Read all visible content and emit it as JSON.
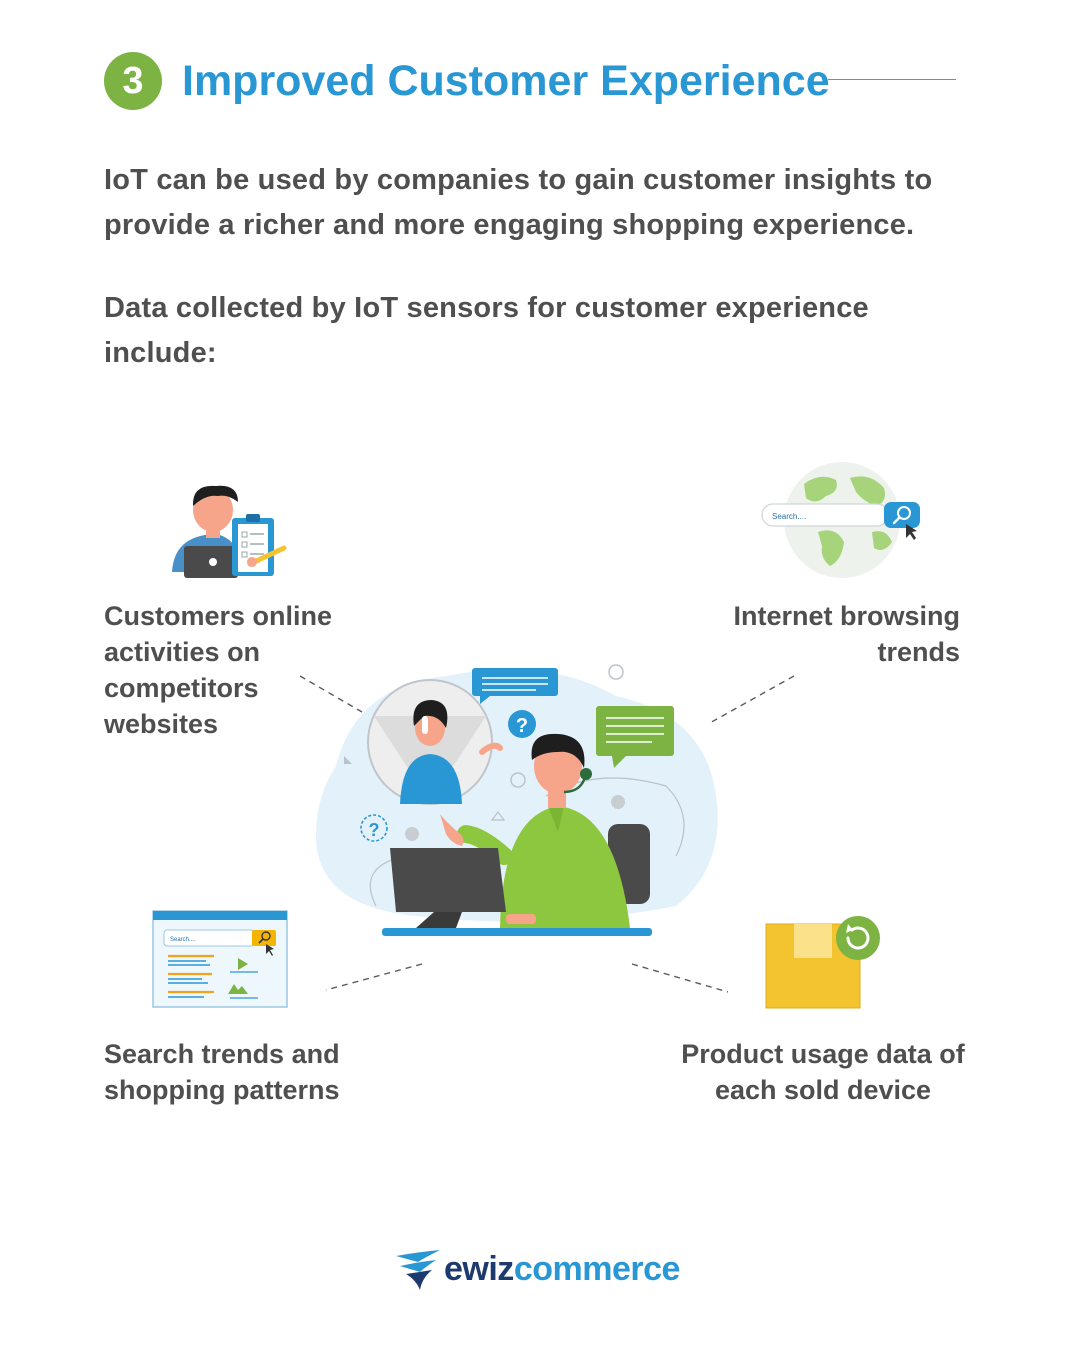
{
  "header": {
    "step_number": "3",
    "title": "Improved Customer Experience"
  },
  "intro": {
    "paragraph_1": "IoT can be used by companies to gain customer insights to provide a richer and more engaging shopping experience.",
    "paragraph_2": "Data collected by IoT sensors for customer experience include:"
  },
  "data_points": [
    {
      "label": "Customers online activities on competitors websites",
      "icon": "person-laptop-clipboard-icon"
    },
    {
      "label": "Internet browsing trends",
      "icon": "globe-search-icon",
      "search_placeholder": "Search...."
    },
    {
      "label": "Search trends and shopping patterns",
      "icon": "search-results-window-icon",
      "search_placeholder": "Search...."
    },
    {
      "label": "Product usage data of each sold device",
      "icon": "box-refresh-icon"
    }
  ],
  "illustration": {
    "icon": "customer-support-illustration"
  },
  "brand": {
    "part_1": "ewiz",
    "part_2": "commerce",
    "icon": "ewiz-logo-mark"
  },
  "colors": {
    "accent_blue": "#2a97d5",
    "accent_green": "#7cb342",
    "text_gray": "#4f4f4f",
    "brand_navy": "#1d3a6e",
    "box_yellow": "#f4c430",
    "illustration_bg": "#e3f1fa"
  }
}
